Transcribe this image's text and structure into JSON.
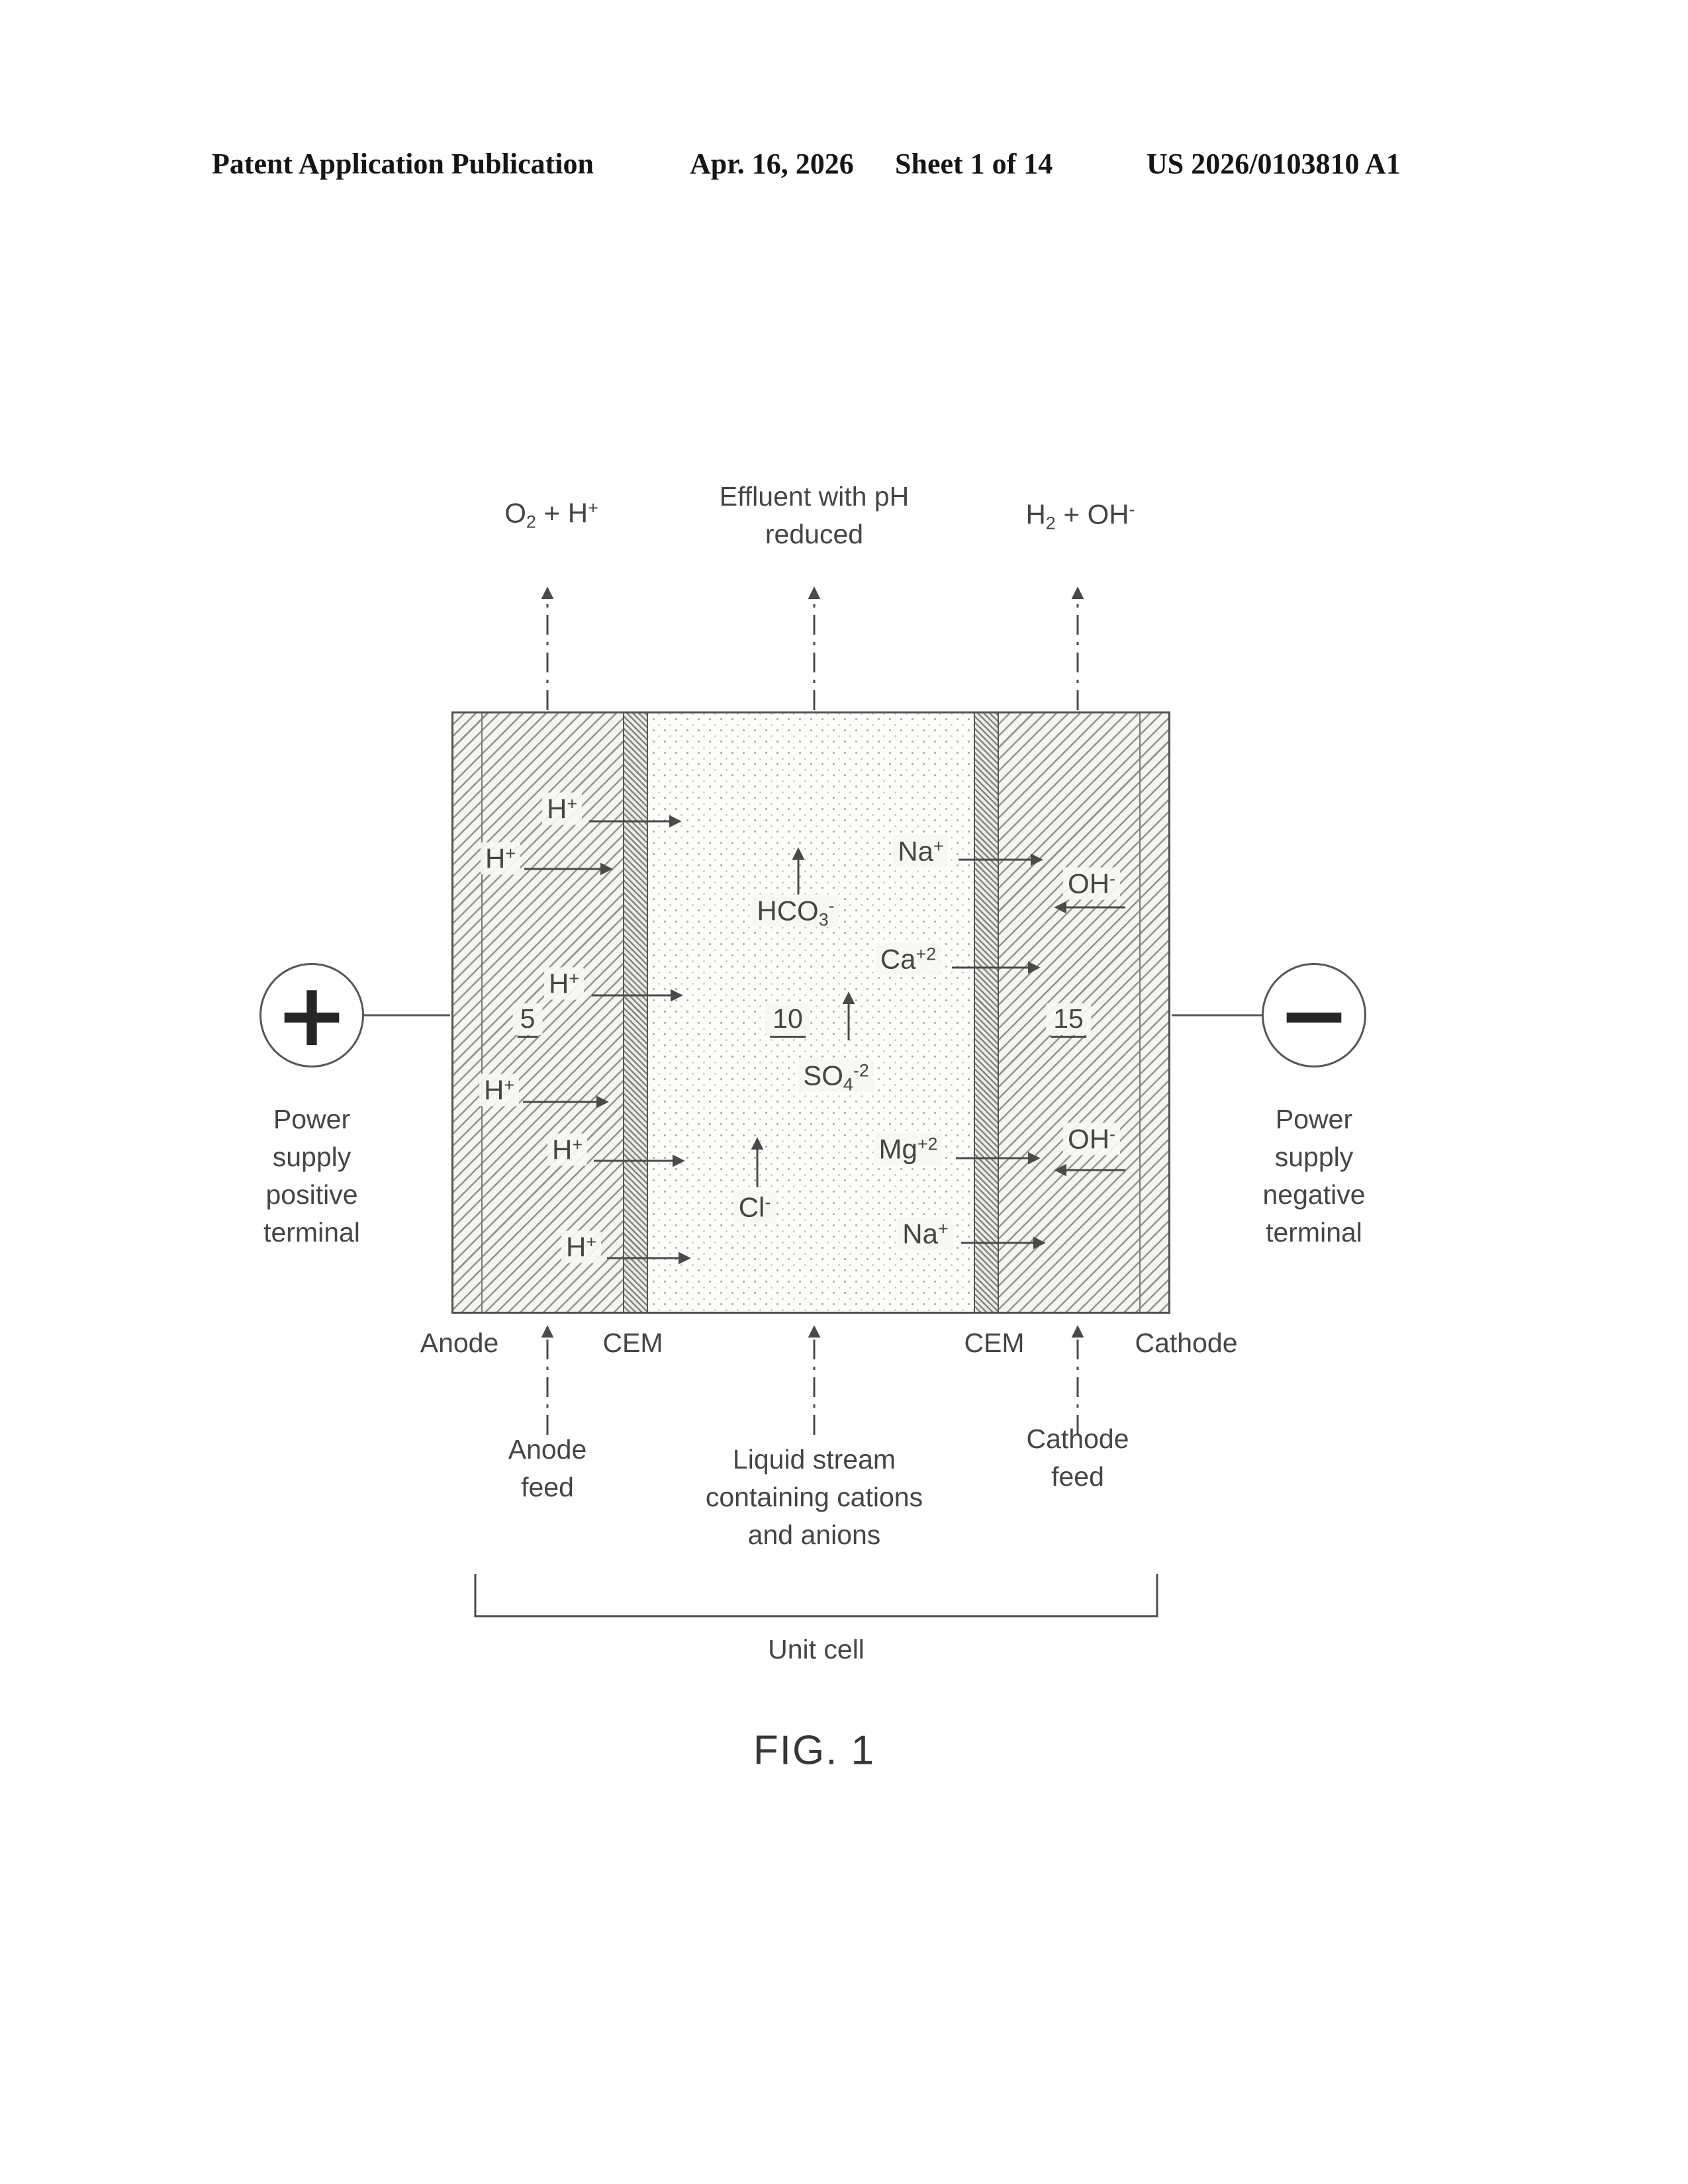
{
  "header": {
    "publication": "Patent Application Publication",
    "date": "Apr. 16, 2026",
    "sheet": "Sheet 1 of 14",
    "patent_number": "US 2026/0103810 A1"
  },
  "figure": {
    "caption": "FIG. 1",
    "top": {
      "anode_gas": "O_{2} + H^{+}",
      "effluent": [
        "Effluent with pH",
        "reduced"
      ],
      "cathode_gas": "H_{2} + OH^{-}"
    },
    "power": {
      "plus": "+",
      "minus": "−",
      "positive_lines": [
        "Power",
        "supply",
        "positive",
        "terminal"
      ],
      "negative_lines": [
        "Power",
        "supply",
        "negative",
        "terminal"
      ]
    },
    "cell": {
      "h_ions": [
        "H^{+}",
        "H^{+}",
        "H^{+}",
        "H^{+}",
        "H^{+}",
        "H^{+}"
      ],
      "oh_ions": [
        "OH^{-}",
        "OH^{-}"
      ],
      "chamber_ions": {
        "hco3": "HCO_{3}^{-}",
        "so4": "SO_{4}^{-2}",
        "cl": "Cl^{-}",
        "na_top": "Na^{+}",
        "ca": "Ca^{+2}",
        "mg": "Mg^{+2}",
        "na_bottom": "Na^{+}"
      },
      "refs": {
        "anode": "5",
        "chamber": "10",
        "cathode": "15"
      },
      "labels": {
        "anode": "Anode",
        "cem_left": "CEM",
        "cem_right": "CEM",
        "cathode": "Cathode"
      }
    },
    "bottom": {
      "anode_feed": [
        "Anode",
        "feed"
      ],
      "liquid_stream": [
        "Liquid stream",
        "containing cations",
        "and anions"
      ],
      "cathode_feed": [
        "Cathode",
        "feed"
      ],
      "unit_cell": "Unit cell"
    }
  }
}
